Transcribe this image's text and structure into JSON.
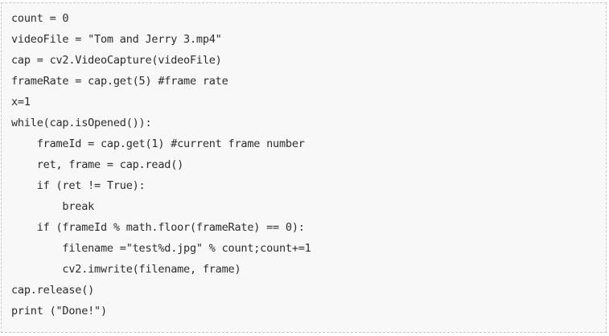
{
  "code": {
    "lines": [
      "count = 0",
      "videoFile = \"Tom and Jerry 3.mp4\"",
      "cap = cv2.VideoCapture(videoFile)",
      "frameRate = cap.get(5) #frame rate",
      "x=1",
      "while(cap.isOpened()):",
      "    frameId = cap.get(1) #current frame number",
      "    ret, frame = cap.read()",
      "    if (ret != True):",
      "        break",
      "    if (frameId % math.floor(frameRate) == 0):",
      "        filename =\"test%d.jpg\" % count;count+=1",
      "        cv2.imwrite(filename, frame)",
      "cap.release()",
      "print (\"Done!\")"
    ]
  }
}
